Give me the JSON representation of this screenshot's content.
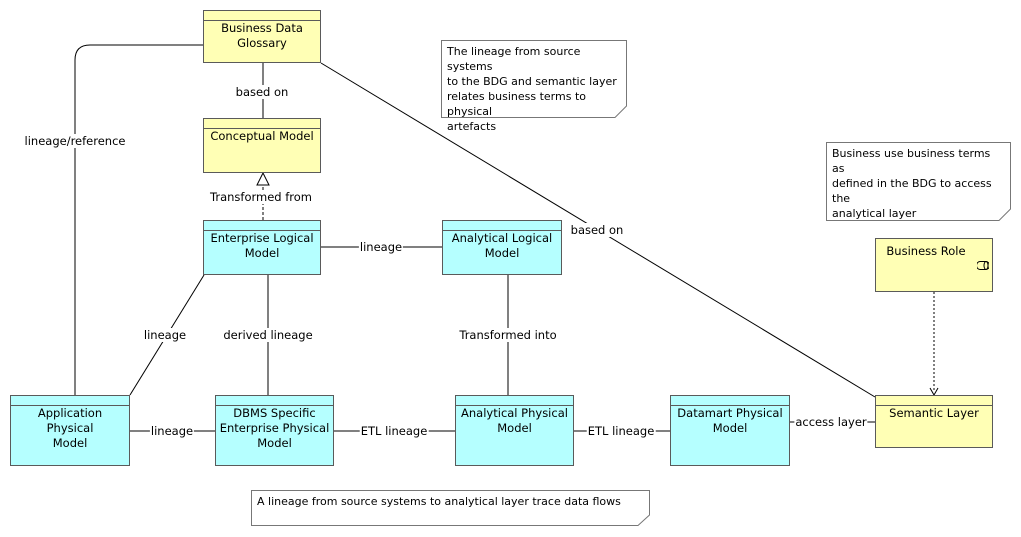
{
  "elements": {
    "business_data_glossary": "Business Data\nGlossary",
    "conceptual_model": "Conceptual Model",
    "enterprise_logical_model": "Enterprise Logical\nModel",
    "analytical_logical_model": "Analytical Logical\nModel",
    "application_physical_model": "Application Physical\nModel",
    "dbms_specific_model": "DBMS Specific\nEnterprise Physical\nModel",
    "analytical_physical_model": "Analytical Physical\nModel",
    "datamart_physical_model": "Datamart Physical\nModel",
    "semantic_layer": "Semantic Layer",
    "business_role": "Business Role"
  },
  "relations": {
    "bdg_to_conceptual": "based on",
    "conceptual_to_elm": "Transformed from",
    "bdg_to_semantic": "based on",
    "bdg_to_app": "lineage/reference",
    "elm_to_alm": "lineage",
    "elm_to_app": "lineage",
    "elm_to_dbms": "derived lineage",
    "alm_to_apm": "Transformed into",
    "app_to_dbms": "lineage",
    "dbms_to_apm": "ETL lineage",
    "apm_to_datamart": "ETL lineage",
    "datamart_to_semantic": "access layer"
  },
  "notes": {
    "lineage_bdg": "The lineage from source systems\nto the BDG and semantic layer\nrelates business terms to physical\nartefacts",
    "business_use": "Business use business terms as\ndefined in the BDG to access the\nanalytical layer",
    "trace": "A lineage from source systems to analytical layer trace data flows"
  },
  "colors": {
    "business_layer": "#ffffb5",
    "application_layer": "#b5ffff",
    "line": "#000000"
  }
}
